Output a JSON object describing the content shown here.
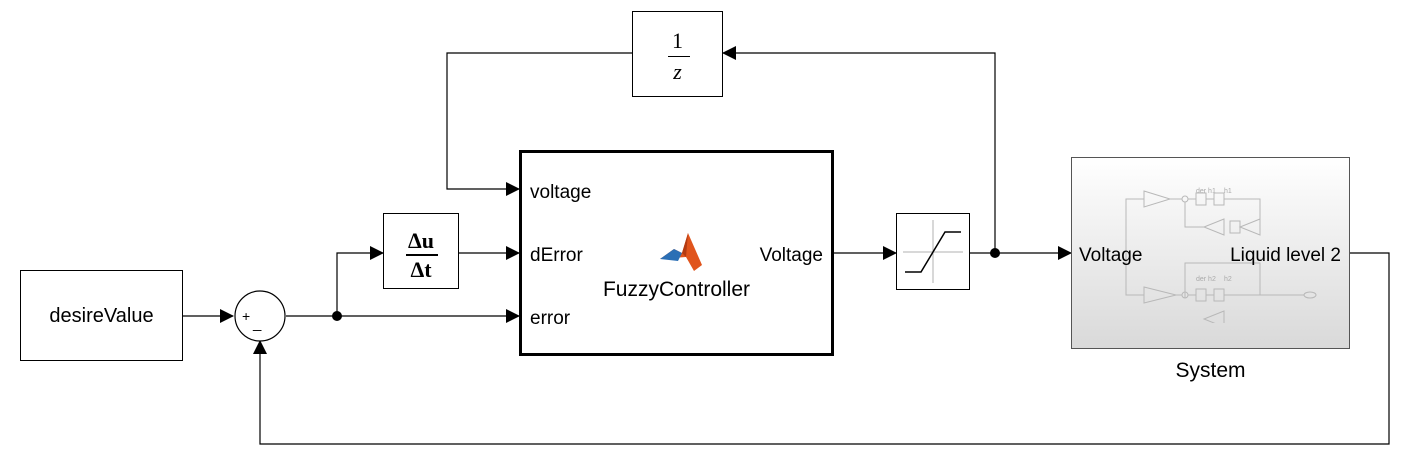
{
  "blocks": {
    "source": {
      "label": "desireValue"
    },
    "sum": {
      "plus_sign": "+",
      "minus_sign": "_"
    },
    "unit_delay": {
      "numerator": "1",
      "denominator": "z"
    },
    "derivative": {
      "numerator": "Δu",
      "denominator": "Δt"
    },
    "fuzzy_controller": {
      "name": "FuzzyController",
      "inputs": [
        "voltage",
        "dError",
        "error"
      ],
      "output": "Voltage",
      "icon": "matlab-logo-icon"
    },
    "saturation": {
      "icon": "saturation-icon"
    },
    "system": {
      "name": "System",
      "input": "Voltage",
      "output": "Liquid level 2",
      "preview_labels": [
        "der h1",
        "h1",
        "der h2",
        "h2"
      ]
    }
  },
  "colors": {
    "line": "#000000",
    "block_border": "#000000",
    "system_fill_top": "#ffffff",
    "system_fill_bottom": "#d9d9d9",
    "matlab_orange": "#e0541c",
    "matlab_blue": "#2b6fb5"
  }
}
